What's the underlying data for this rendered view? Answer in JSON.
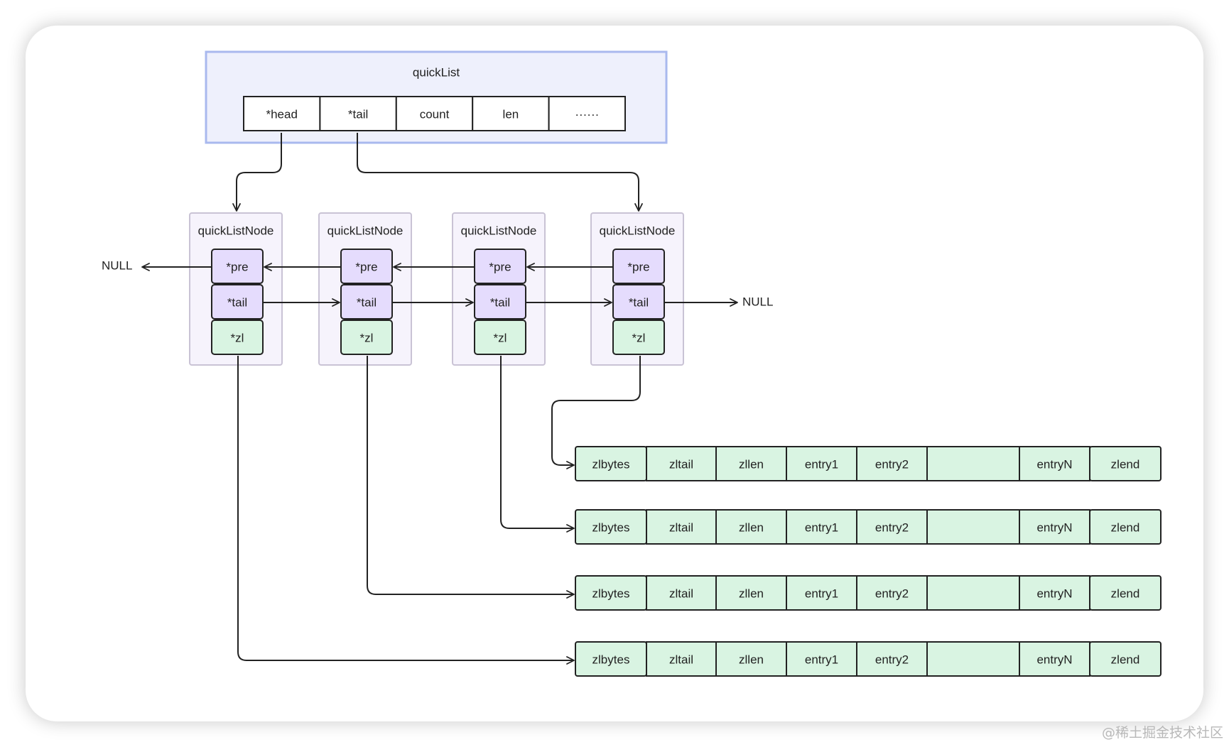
{
  "quicklist": {
    "title": "quickList",
    "fields": [
      "*head",
      "*tail",
      "count",
      "len",
      "······"
    ]
  },
  "nodes": [
    {
      "title": "quickListNode",
      "fields": [
        "*pre",
        "*tail",
        "*zl"
      ]
    },
    {
      "title": "quickListNode",
      "fields": [
        "*pre",
        "*tail",
        "*zl"
      ]
    },
    {
      "title": "quickListNode",
      "fields": [
        "*pre",
        "*tail",
        "*zl"
      ]
    },
    {
      "title": "quickListNode",
      "fields": [
        "*pre",
        "*tail",
        "*zl"
      ]
    }
  ],
  "null_left": "NULL",
  "null_right": "NULL",
  "ziplist_cells": [
    "zlbytes",
    "zltail",
    "zllen",
    "entry1",
    "entry2",
    "",
    "entryN",
    "zlend"
  ],
  "ziplist_count": 4,
  "colors": {
    "quicklist_bg": "#eef0fc",
    "quicklist_border": "#a9b9ee",
    "node_bg": "#f6f3fc",
    "node_border": "#c9c3d5",
    "pointer_fill": "#e5dcfd",
    "zl_fill": "#d9f4e2",
    "line": "#222222"
  },
  "watermark": "@稀土掘金技术社区"
}
